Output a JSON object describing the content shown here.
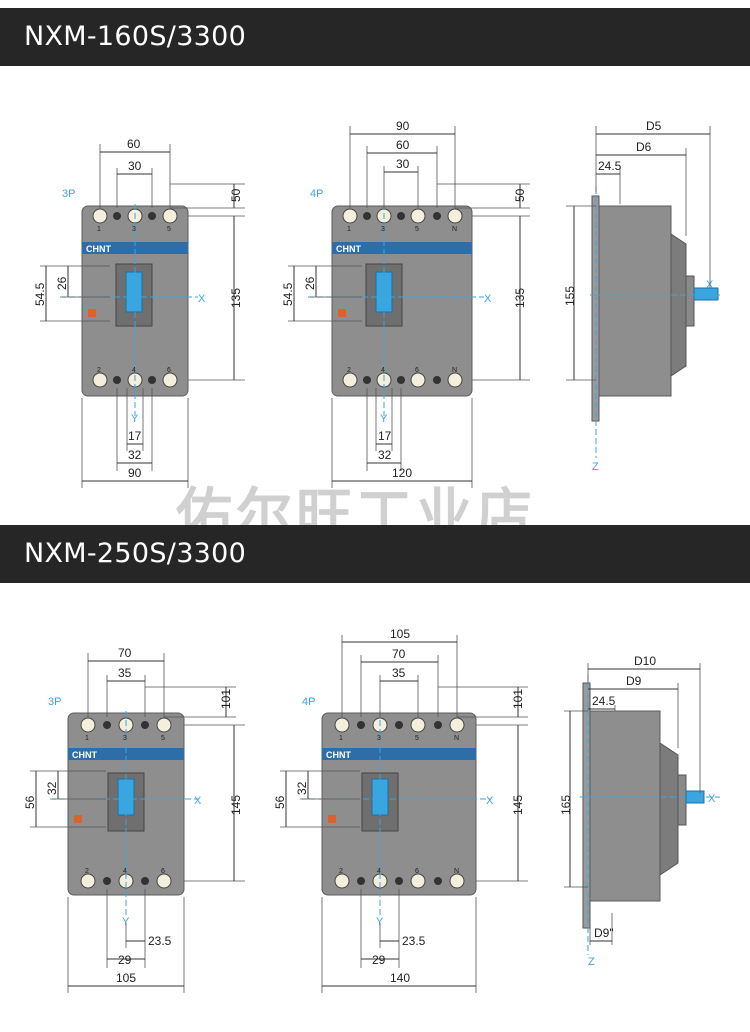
{
  "headers": {
    "top": "NXM-160S/3300",
    "bottom": "NXM-250S/3300"
  },
  "watermark": "佑尔旺工业店",
  "colors": {
    "band": "#262626",
    "accent": "#3aa6e0",
    "body": "#8e8e8e"
  },
  "section1": {
    "p3": {
      "label": "3P",
      "brand": "CHNT",
      "top_w": "60",
      "top_pitch": "30",
      "top_h": "50",
      "height": "135",
      "h_outer": "54.5",
      "h_inner": "26",
      "bot_pitch_a": "17",
      "bot_pitch_b": "32",
      "width": "90",
      "axis_x": "X",
      "axis_y": "Y",
      "t_top": [
        "1",
        "3",
        "5"
      ],
      "t_bot": [
        "2",
        "4",
        "6"
      ]
    },
    "p4": {
      "label": "4P",
      "brand": "CHNT",
      "top_w_outer": "90",
      "top_w": "60",
      "top_pitch": "30",
      "top_h": "50",
      "height": "135",
      "h_outer": "54.5",
      "h_inner": "26",
      "bot_pitch_a": "17",
      "bot_pitch_b": "32",
      "width": "120",
      "axis_x": "X",
      "axis_y": "Y",
      "t_top": [
        "1",
        "3",
        "5",
        "N"
      ],
      "t_bot": [
        "2",
        "4",
        "6",
        "N"
      ]
    },
    "side": {
      "d_outer": "D5",
      "d_inner": "D6",
      "d_small": "24.5",
      "height": "155",
      "axis_x": "X",
      "axis_z": "Z"
    }
  },
  "section2": {
    "p3": {
      "label": "3P",
      "brand": "CHNT",
      "top_w": "70",
      "top_pitch": "35",
      "top_h": "101",
      "height": "145",
      "h_outer": "56",
      "h_inner": "32",
      "bot_a": "23.5",
      "bot_b": "29",
      "width": "105",
      "axis_x": "X",
      "axis_y": "Y",
      "t_top": [
        "1",
        "3",
        "5"
      ],
      "t_bot": [
        "2",
        "4",
        "6"
      ]
    },
    "p4": {
      "label": "4P",
      "brand": "CHNT",
      "top_w_outer": "105",
      "top_w": "70",
      "top_pitch": "35",
      "top_h": "101",
      "height": "145",
      "h_outer": "56",
      "h_inner": "32",
      "bot_a": "23.5",
      "bot_b": "29",
      "width": "140",
      "axis_x": "X",
      "axis_y": "Y",
      "t_top": [
        "1",
        "3",
        "5",
        "N"
      ],
      "t_bot": [
        "2",
        "4",
        "6",
        "N"
      ]
    },
    "side": {
      "d_outer": "D10",
      "d_inner": "D9",
      "d_small": "24.5",
      "height": "165",
      "d_bottom": "D9\"",
      "axis_x": "X",
      "axis_z": "Z"
    }
  }
}
